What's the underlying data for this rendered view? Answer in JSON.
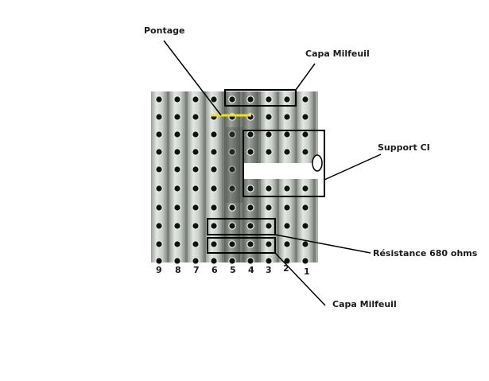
{
  "labels": {
    "pontage": "Pontage",
    "capa_top": "Capa Milfeuil",
    "support": "Support CI",
    "resistance": "Résistance 680 ohms",
    "capa_bottom": "Capa Milfeuil"
  },
  "column_numbers": [
    "9",
    "8",
    "7",
    "6",
    "5",
    "4",
    "3",
    "2",
    "1"
  ],
  "colors": {
    "board": "#b9bdb8",
    "strip_light": "#dfe3df",
    "strip_dark": "#8f948f",
    "hole": "#101210",
    "bridge": "#f2e600",
    "annotation": "#000000"
  }
}
